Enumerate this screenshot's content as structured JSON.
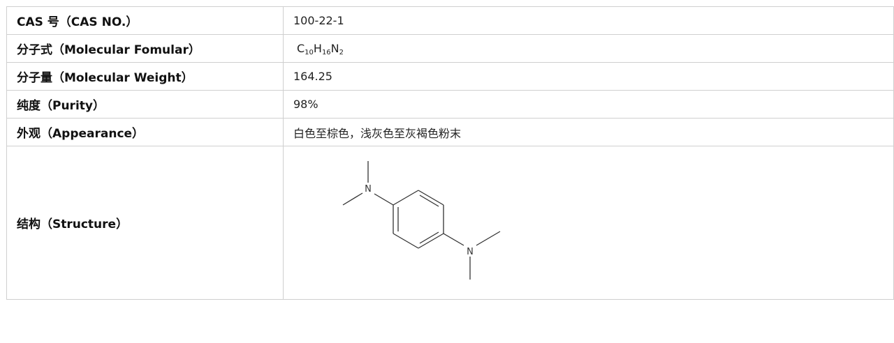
{
  "rows": [
    {
      "label": "CAS 号（CAS NO.）",
      "value": "100-22-1"
    },
    {
      "label": "分子式（Molecular Fomular）",
      "formula": [
        {
          "el": "C",
          "n": "10"
        },
        {
          "el": "H",
          "n": "16"
        },
        {
          "el": "N",
          "n": "2"
        }
      ]
    },
    {
      "label": "分子量（Molecular Weight）",
      "value": "164.25"
    },
    {
      "label": "纯度（Purity）",
      "value": "98%"
    },
    {
      "label": "外观（Appearance）",
      "value": "白色至棕色，浅灰色至灰褐色粉末"
    },
    {
      "label": "结构（Structure）",
      "atoms": {
        "n_top": "N",
        "n_bottom": "N"
      }
    }
  ],
  "colors": {
    "border": "#cfcfcf",
    "text": "#111111"
  }
}
